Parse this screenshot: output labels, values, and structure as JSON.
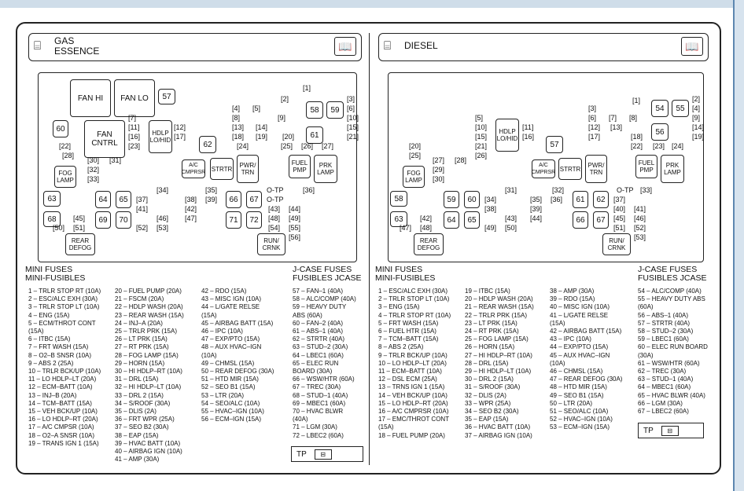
{
  "gas": {
    "title_line1": "GAS",
    "title_line2": "ESSENCE",
    "header_icon": "engine-icon",
    "book_icon": "manual-book-icon",
    "relays": [
      "FAN HI",
      "FAN LO",
      "FAN CNTRL",
      "HDLP LO/HID",
      "A/C CMPRSR",
      "STRTR",
      "PWR/ TRN",
      "FUEL PMP",
      "PRK LAMP",
      "FOG LAMP",
      "REAR DEFOG",
      "RUN/ CRNK"
    ],
    "fuses": [
      "57",
      "58",
      "59",
      "60",
      "61",
      "62",
      "63",
      "64",
      "65",
      "66",
      "67",
      "68",
      "69",
      "70",
      "71",
      "72"
    ],
    "slots": [
      "[1]",
      "[2]",
      "[3]",
      "[4]",
      "[5]",
      "[6]",
      "[7]",
      "[8]",
      "[9]",
      "[10]",
      "[11]",
      "[12]",
      "[13]",
      "[14]",
      "[15]",
      "[16]",
      "[17]",
      "[18]",
      "[19]",
      "[20]",
      "[21]",
      "[22]",
      "[23]",
      "[24]",
      "[25]",
      "[26]",
      "[27]",
      "[28]",
      "[30]",
      "[31]",
      "[32]",
      "[33]",
      "[34]",
      "[35]",
      "[36]",
      "[37]",
      "[38]",
      "[39]",
      "[41]",
      "[42]",
      "[43]",
      "[44]",
      "[45]",
      "[46]",
      "[47]",
      "[48]",
      "[49]",
      "[50]",
      "[51]",
      "[52]",
      "[53]",
      "[54]",
      "[55]",
      "[56]",
      "O-TP",
      "O-TP"
    ],
    "mini_heading_1": "MINI FUSES",
    "mini_heading_2": "MINI-FUSIBLES",
    "jcase_heading_1": "J-CASE FUSES",
    "jcase_heading_2": "FUSIBLES JCASE",
    "col1": [
      "1 – TRLR STOP RT (10A)",
      "2 – ESC/ALC EXH (30A)",
      "3 – TRLR STOP LT (10A)",
      "4 – ENG (15A)",
      "5 – ECM/THROT CONT",
      "(15A)",
      "6 – ITBC (15A)",
      "7 – FRT WASH (15A)",
      "8 – O2–B SNSR (10A)",
      "9 – ABS 2 (25A)",
      "10 – TRLR BCK/UP (10A)",
      "11 – LO HDLP–LT (20A)",
      "12 – ECM–BATT (10A)",
      "13 – INJ–B (20A)",
      "14 – TCM–BATT (15A)",
      "15 – VEH BCK/UP (10A)",
      "16 – LO HDLP–RT (20A)",
      "17 – A/C CMPSR (10A)",
      "18 – O2–A SNSR (10A)",
      "19 – TRANS IGN 1 (15A)"
    ],
    "col2": [
      "20 – FUEL PUMP (20A)",
      "21 – FSCM (20A)",
      "22 – HDLP WASH (20A)",
      "23 – REAR WASH (15A)",
      "24 – INJ–A (20A)",
      "25 – TRLR PRK (15A)",
      "26 – LT PRK (15A)",
      "27 – RT PRK (15A)",
      "28 – FOG LAMP (15A)",
      "29 – HORN (15A)",
      "30 – HI HDLP–RT (10A)",
      "31 – DRL (15A)",
      "32 – HI HDLP–LT (10A)",
      "33 – DRL 2 (15A)",
      "34 – S/ROOF (30A)",
      "35 – DLIS (2A)",
      "36 – FRT WPR (25A)",
      "37 – SEO B2 (30A)",
      "38 – EAP (15A)",
      "39 – HVAC BATT (10A)",
      "40 – AIRBAG IGN (10A)",
      "41 – AMP (30A)"
    ],
    "col3": [
      "42 – RDO (15A)",
      "43 – MISC IGN (10A)",
      "44 – L/GATE RELSE",
      "(15A)",
      "45 – AIRBAG BATT (15A)",
      "46 – IPC (10A)",
      "47 – EXP/PTO (15A)",
      "48 – AUX HVAC–IGN",
      "(10A)",
      "49 – CHMSL (15A)",
      "50 – REAR DEFOG (30A)",
      "51 – HTD MIR (15A)",
      "52 – SEO B1 (15A)",
      "53 – LTR (20A)",
      "54 – SEO/ALC (10A)",
      "55 – HVAC–IGN (10A)",
      "56 – ECM–IGN (15A)"
    ],
    "col4": [
      "57 – FAN–1 (40A)",
      "58 – ALC/COMP (40A)",
      "59 – HEAVY DUTY",
      "ABS (60A)",
      "60 – FAN–2 (40A)",
      "61 – ABS–1 (40A)",
      "62 – STRTR (40A)",
      "63 – STUD–2 (30A)",
      "64 – LBEC1 (60A)",
      "65 – ELEC RUN",
      "BOARD (30A)",
      "66 – WSW/HTR (60A)",
      "67 – TREC (30A)",
      "68 – STUD–1 (40A)",
      "69 – MBEC1 (60A)",
      "70 – HVAC BLWR",
      "(40A)",
      "71 – LGM (30A)",
      "72 – LBEC2 (60A)"
    ],
    "tp_label": "TP"
  },
  "diesel": {
    "title": "DIESEL",
    "header_icon": "engine-icon",
    "book_icon": "manual-book-icon",
    "relays": [
      "HDLP LO/HID",
      "A/C CMPRSR",
      "STRTR",
      "PWR/ TRN",
      "FUEL PMP",
      "PRK LAMP",
      "FOG LAMP",
      "REAR DEFOG",
      "RUN/ CRNK"
    ],
    "fuses": [
      "54",
      "55",
      "56",
      "57",
      "58",
      "59",
      "60",
      "61",
      "62",
      "63",
      "64",
      "65",
      "66",
      "67"
    ],
    "slots": [
      "[1]",
      "[2]",
      "[3]",
      "[4]",
      "[5]",
      "[6]",
      "[7]",
      "[8]",
      "[9]",
      "[10]",
      "[11]",
      "[12]",
      "[13]",
      "[14]",
      "[15]",
      "[16]",
      "[17]",
      "[18]",
      "[19]",
      "[20]",
      "[21]",
      "[22]",
      "[23]",
      "[24]",
      "[25]",
      "[26]",
      "[27]",
      "[28]",
      "[29]",
      "[30]",
      "[31]",
      "[32]",
      "[33]",
      "[34]",
      "[35]",
      "[36]",
      "[37]",
      "[38]",
      "[39]",
      "[40]",
      "[41]",
      "[42]",
      "[43]",
      "[44]",
      "[45]",
      "[46]",
      "[47]",
      "[48]",
      "[49]",
      "[50]",
      "[51]",
      "[52]",
      "[53]",
      "O-TP"
    ],
    "mini_heading_1": "MINI FUSES",
    "mini_heading_2": "MINI-FUSIBLES",
    "jcase_heading_1": "J-CASE FUSES",
    "jcase_heading_2": "FUSIBLES JCASE",
    "col1": [
      "1 – ESC/ALC EXH (30A)",
      "2 – TRLR STOP LT (10A)",
      "3 – ENG (15A)",
      "4 – TRLR STOP RT (10A)",
      "5 – FRT WASH (15A)",
      "6 – FUEL HTR (15A)",
      "7 – TCM–BATT (15A)",
      "8 – ABS 2 (25A)",
      "9 – TRLR BCK/UP (10A)",
      "10 – LO HDLP–LT (20A)",
      "11 – ECM–BATT (10A)",
      "12 – DSL ECM (25A)",
      "13 – TRNS IGN 1 (15A)",
      "14 – VEH BCK/UP (10A)",
      "15 – LO HDLP–RT (20A)",
      "16 – A/C CMPRSR (10A)",
      "17 – EMC/THROT CONT",
      "(15A)",
      "18 – FUEL PUMP (20A)"
    ],
    "col2": [
      "19 – ITBC (15A)",
      "20 – HDLP WASH (20A)",
      "21 – REAR WASH (15A)",
      "22 – TRLR PRK (15A)",
      "23 – LT PRK (15A)",
      "24 – RT PRK (15A)",
      "25 – FOG LAMP (15A)",
      "26 – HORN (15A)",
      "27 – HI HDLP–RT (10A)",
      "28 – DRL (15A)",
      "29 – HI HDLP–LT (10A)",
      "30 – DRL 2 (15A)",
      "31 – S/ROOF (30A)",
      "32 – DLIS (2A)",
      "33 – WPR (25A)",
      "34 – SEO B2 (30A)",
      "35 – EAP (15A)",
      "36 – HVAC BATT (10A)",
      "37 – AIRBAG IGN (10A)"
    ],
    "col3": [
      "38 – AMP (30A)",
      "39 – RDO (15A)",
      "40 – MISC IGN (10A)",
      "41 – L/GATE RELSE",
      "(15A)",
      "42 – AIRBAG BATT (15A)",
      "43 – IPC (10A)",
      "44 – EXP/PTO (15A)",
      "45 – AUX HVAC–IGN",
      "(10A)",
      "46 – CHMSL (15A)",
      "47 – REAR DEFOG (30A)",
      "48 – HTD MIR (15A)",
      "49 – SEO B1 (15A)",
      "50 – LTR (20A)",
      "51 – SEO/ALC (10A)",
      "52 – HVAC–IGN (10A)",
      "53 – ECM–IGN (15A)"
    ],
    "col4": [
      "54 – ALC/COMP (40A)",
      "55 – HEAVY DUTY ABS",
      "(60A)",
      "56 – ABS–1 (40A)",
      "57 – STRTR (40A)",
      "58 – STUD–2 (30A)",
      "59 – LBEC1 (60A)",
      "60 – ELEC RUN BOARD",
      "(30A)",
      "61 – WSW/HTR (60A)",
      "62 – TREC (30A)",
      "63 – STUD–1 (40A)",
      "64 – MBEC1 (60A)",
      "65 – HVAC BLWR (40A)",
      "66 – LGM (30A)",
      "67 – LBEC2 (60A)"
    ],
    "tp_label": "TP"
  }
}
